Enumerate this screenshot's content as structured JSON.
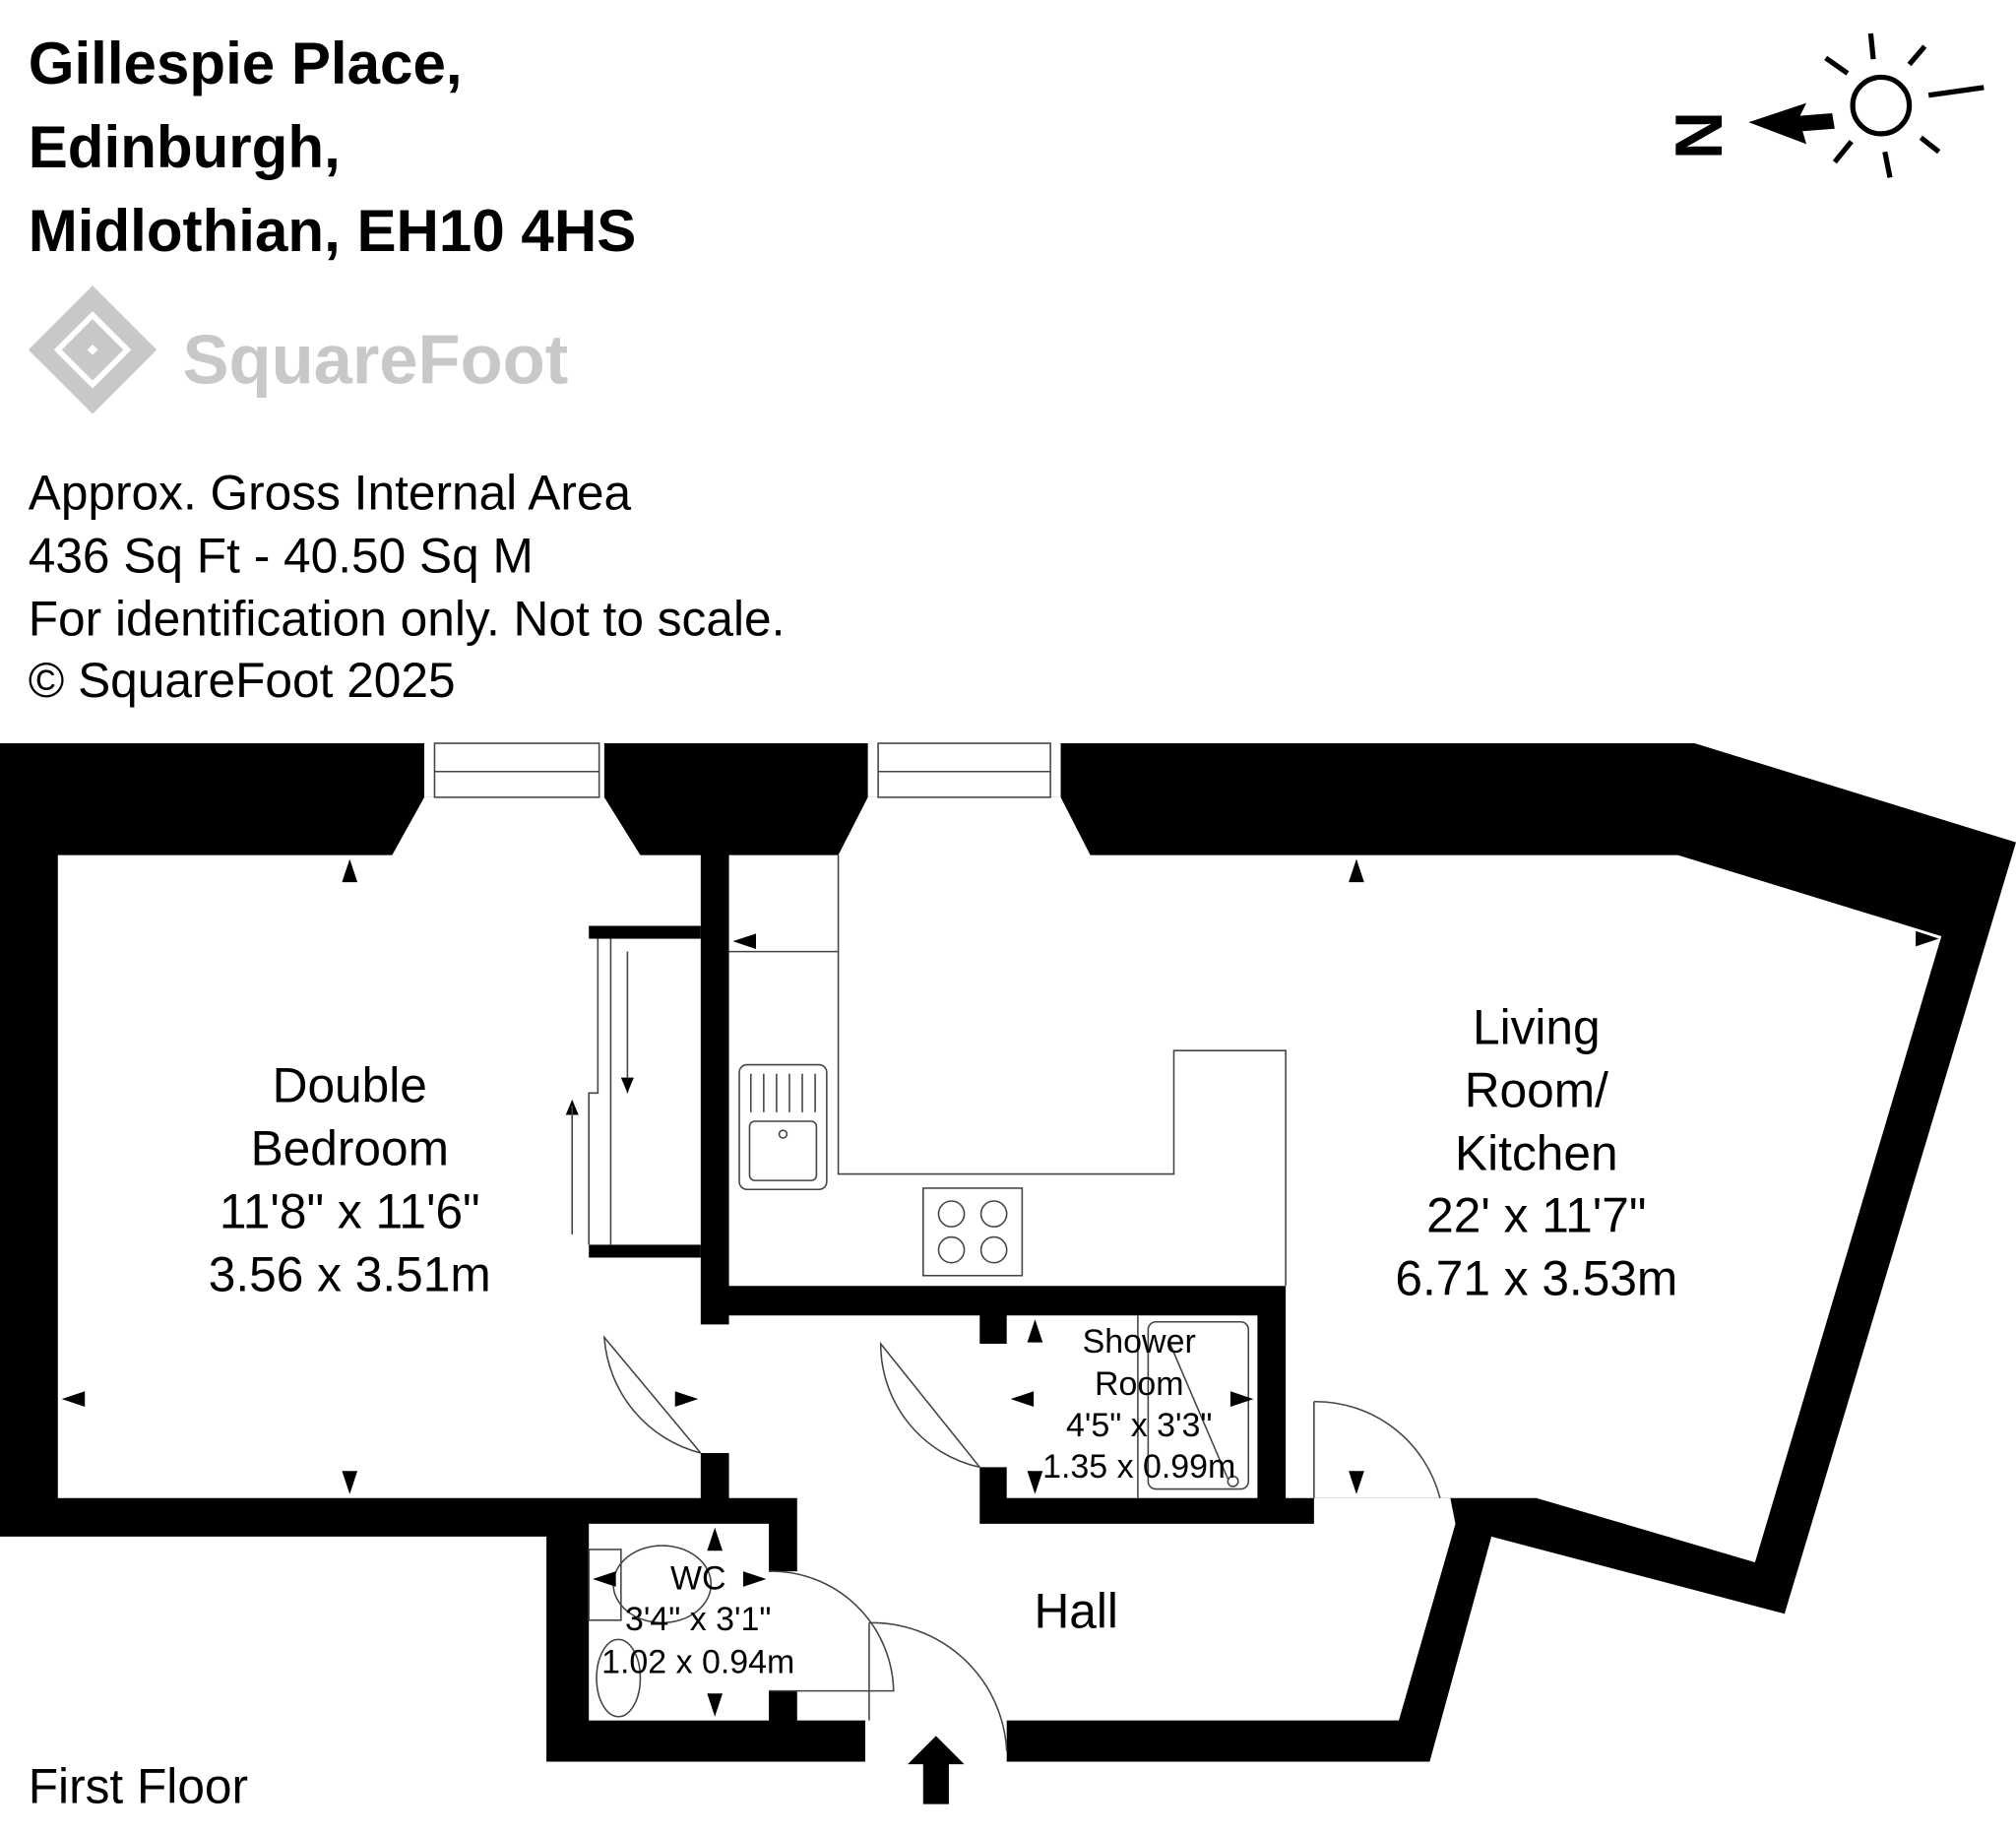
{
  "header": {
    "address_lines": [
      "Gillespie Place,",
      "Edinburgh,",
      "Midlothian, EH10 4HS"
    ]
  },
  "logo": {
    "text": "SquareFoot",
    "color": "#c8c8c8"
  },
  "info": {
    "lines": [
      "Approx. Gross Internal Area",
      "436 Sq Ft  -  40.50 Sq M",
      "For identification only. Not to scale.",
      "© SquareFoot 2025"
    ]
  },
  "compass": {
    "label": "N",
    "icon": "north-arrow-sun-icon"
  },
  "rooms": {
    "bedroom": {
      "lines": [
        "Double",
        "Bedroom",
        "11'8\" x 11'6\"",
        "3.56 x 3.51m"
      ]
    },
    "living": {
      "lines": [
        "Living",
        "Room/",
        "Kitchen",
        "22' x 11'7\"",
        "6.71 x 3.53m"
      ]
    },
    "shower": {
      "lines": [
        "Shower",
        "Room",
        "4'5\" x 3'3\"",
        "1.35 x 0.99m"
      ]
    },
    "wc": {
      "lines": [
        "WC",
        "3'4\" x 3'1\"",
        "1.02 x 0.94m"
      ]
    },
    "hall": {
      "label": "Hall"
    }
  },
  "floor_label": "First Floor"
}
